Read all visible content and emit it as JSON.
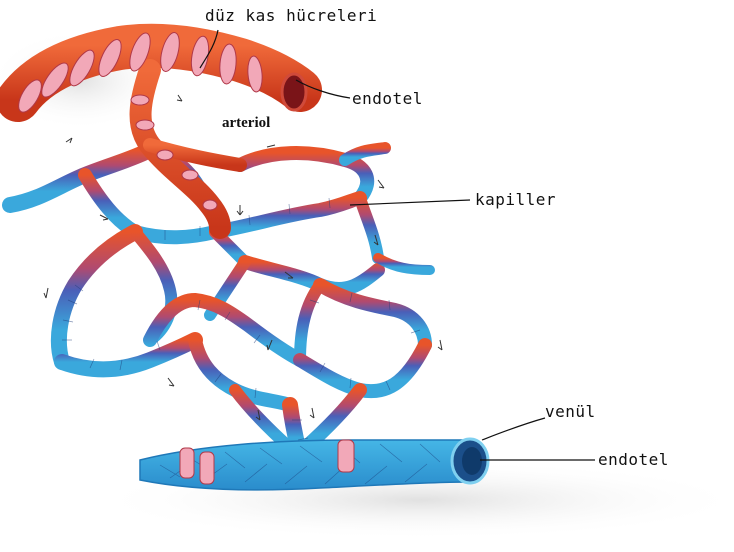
{
  "labels": {
    "smooth_muscle": "düz kas hücreleri",
    "endothelium_top": "endotel",
    "arteriole": "arteriol",
    "capillaries": "kapiller",
    "venule": "venül",
    "endothelium_bottom": "endotel"
  },
  "colors": {
    "arteriole": "#e8542a",
    "arteriole_dark": "#c8361a",
    "muscle_cells": "#f2a8b8",
    "capillary_mid": "#4a5fb8",
    "venous": "#3aa8dc",
    "venous_dark": "#1f78b8"
  }
}
